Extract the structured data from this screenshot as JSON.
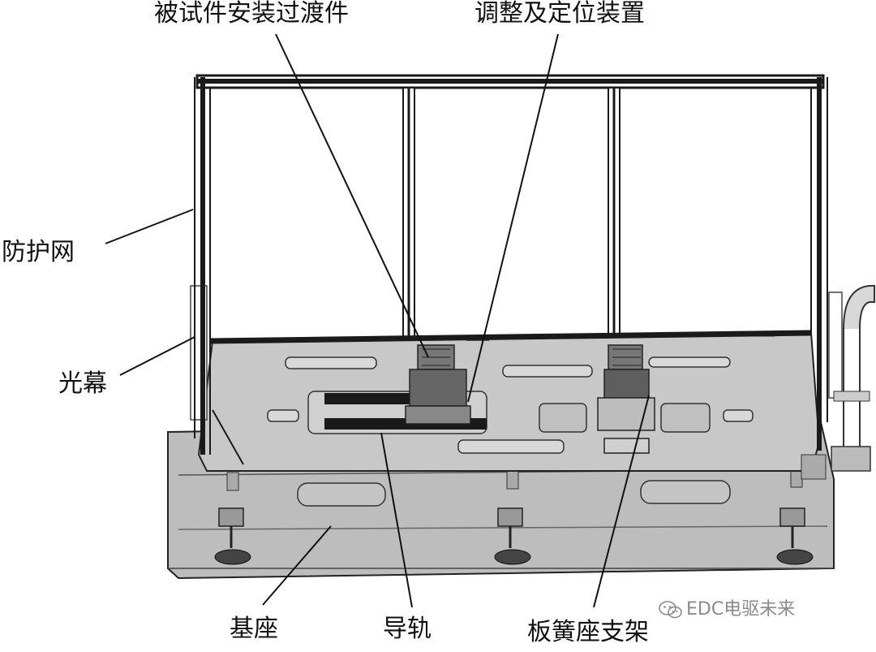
{
  "labels": {
    "fixture": "被试件安装过渡件",
    "adjust": "调整及定位装置",
    "guard": "防护网",
    "curtain": "光幕",
    "base": "基座",
    "rail": "导轨",
    "spring_bracket": "板簧座支架"
  },
  "watermark": {
    "text": "EDC电驱未来",
    "icon": "wechat-icon"
  },
  "colors": {
    "frame": "#1a1a1a",
    "plate": "#c8c8c8",
    "base": "#bdbdbd",
    "panel": "#ffffff",
    "leader": "#111111"
  }
}
